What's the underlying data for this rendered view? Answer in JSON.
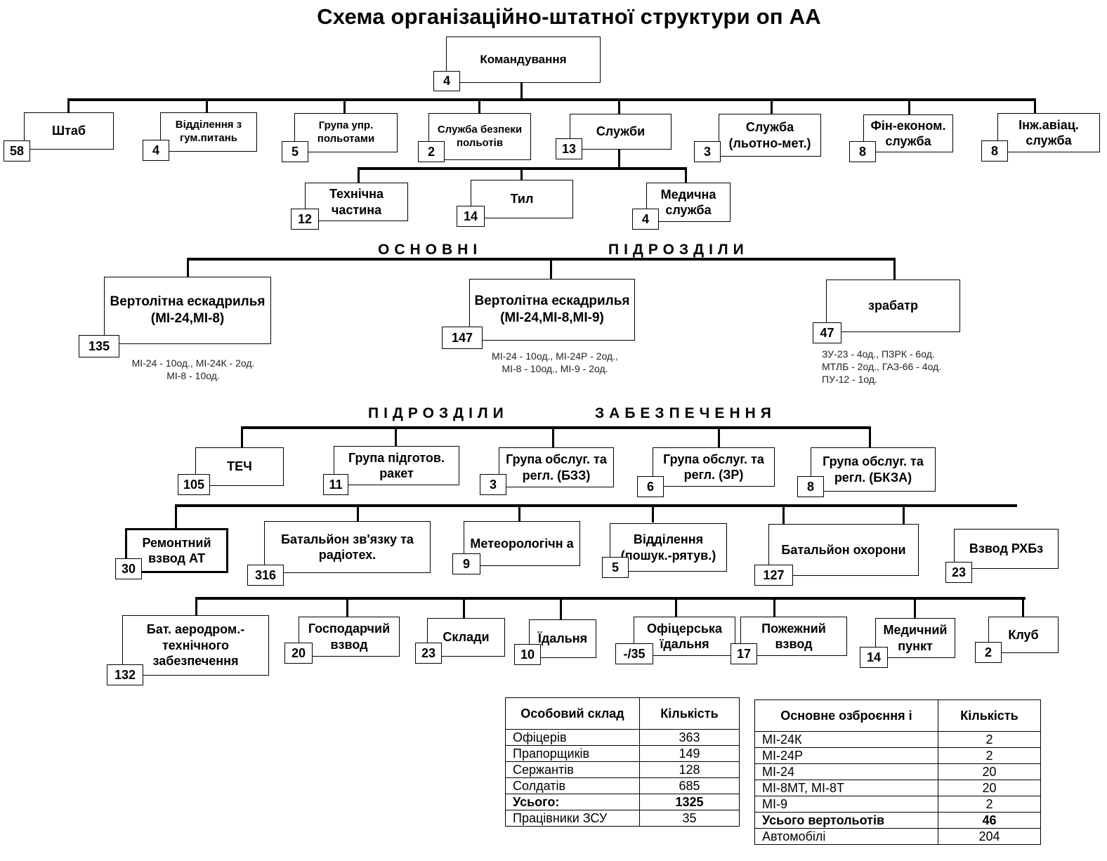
{
  "title": "Схема організаційно-штатної  структури оп АА",
  "command": {
    "label": "Командування",
    "count": "4"
  },
  "level1": [
    {
      "label": "Штаб",
      "count": "58"
    },
    {
      "label": "Відділення з гум.питань",
      "count": "4"
    },
    {
      "label": "Група упр. польотами",
      "count": "5"
    },
    {
      "label": "Служба безпеки польотів",
      "count": "2"
    },
    {
      "label": "Служби",
      "count": "13"
    },
    {
      "label": "Служба (льотно-мет.)",
      "count": "3"
    },
    {
      "label": "Фін-економ. служба",
      "count": "8"
    },
    {
      "label": "Інж.авіац. служба",
      "count": "8"
    }
  ],
  "services": [
    {
      "label": "Технічна частина",
      "count": "12"
    },
    {
      "label": "Тил",
      "count": "14"
    },
    {
      "label": "Медична служба",
      "count": "4"
    }
  ],
  "section_main": {
    "left": "ОСНОВНІ",
    "right": "ПІДРОЗДІЛИ"
  },
  "main_units": [
    {
      "label": "Вертолітна ескадрилья (МІ-24,МІ-8)",
      "count": "135",
      "note": "МІ-24 - 10од., МІ-24К - 2од.\nМІ-8 - 10од."
    },
    {
      "label": "Вертолітна ескадрилья (МІ-24,МІ-8,МІ-9)",
      "count": "147",
      "note": "МІ-24 - 10од., МІ-24Р - 2од.,\nМІ-8 - 10од., МІ-9 - 2од."
    },
    {
      "label": "зрабатр",
      "count": "47",
      "note": "ЗУ-23 - 4од., ПЗРК - 6од.\nМТЛБ - 2од., ГАЗ-66 - 4од.\nПУ-12 - 1од."
    }
  ],
  "section_support": {
    "left": "ПІДРОЗДІЛИ",
    "right": "ЗАБЕЗПЕЧЕННЯ"
  },
  "support_row1": [
    {
      "label": "ТЕЧ",
      "count": "105"
    },
    {
      "label": "Група підготов. ракет",
      "count": "11"
    },
    {
      "label": "Група обслуг. та регл. (БЗЗ)",
      "count": "3"
    },
    {
      "label": "Група обслуг. та регл. (ЗР)",
      "count": "6"
    },
    {
      "label": "Група обслуг. та регл. (БКЗА)",
      "count": "8"
    }
  ],
  "support_row2": [
    {
      "label": "Ремонтний взвод АТ",
      "count": "30"
    },
    {
      "label": "Батальйон зв'язку та радіотех.",
      "count": "316"
    },
    {
      "label": "Метеорологічн а",
      "count": "9"
    },
    {
      "label": "Відділення (пошук.-рятув.)",
      "count": "5"
    },
    {
      "label": "Батальйон охорони",
      "count": "127"
    },
    {
      "label": "Взвод РХБз",
      "count": "23"
    }
  ],
  "support_row3": [
    {
      "label": "Бат.  аеродром.- технічного забезпечення",
      "count": "132"
    },
    {
      "label": "Господарчий взвод",
      "count": "20"
    },
    {
      "label": "Склади",
      "count": "23"
    },
    {
      "label": "Їдальня",
      "count": "10"
    },
    {
      "label": "Офіцерська їдальня",
      "count": "-/35"
    },
    {
      "label": "Пожежний взвод",
      "count": "17"
    },
    {
      "label": "Медичний пункт",
      "count": "14"
    },
    {
      "label": "Клуб",
      "count": "2"
    }
  ],
  "personnel_table": {
    "headers": [
      "Особовий склад",
      "Кількість"
    ],
    "rows": [
      {
        "name": "Офіцерів",
        "value": "363"
      },
      {
        "name": "Прапорщиків",
        "value": "149"
      },
      {
        "name": "Сержантів",
        "value": "128"
      },
      {
        "name": "Солдатів",
        "value": "685"
      },
      {
        "name": "Усього:",
        "value": "1325"
      },
      {
        "name": "Працівники ЗСУ",
        "value": "35"
      }
    ]
  },
  "weapons_table": {
    "headers": [
      "Основне озброєння і",
      "Кількість"
    ],
    "rows": [
      {
        "name": "МІ-24К",
        "value": "2"
      },
      {
        "name": "МІ-24Р",
        "value": "2"
      },
      {
        "name": "МІ-24",
        "value": "20"
      },
      {
        "name": "МІ-8МТ, МІ-8Т",
        "value": "20"
      },
      {
        "name": "МІ-9",
        "value": "2"
      },
      {
        "name": "Усього вертольотів",
        "value": "46"
      },
      {
        "name": "Автомобілі",
        "value": "204"
      }
    ]
  }
}
